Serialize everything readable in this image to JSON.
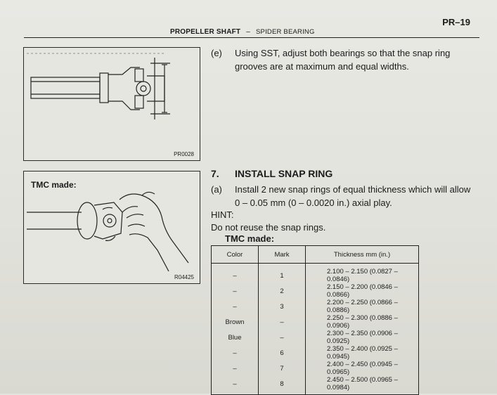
{
  "page_number": "PR–19",
  "header": {
    "section": "PROPELLER SHAFT",
    "separator": "–",
    "subsection": "SPIDER BEARING"
  },
  "figures": [
    {
      "code": "PR0028",
      "label": ""
    },
    {
      "code": "R04425",
      "label": "TMC made:"
    }
  ],
  "step_e": {
    "label": "(e)",
    "line1": "Using SST, adjust both bearings so that the snap ring",
    "line2": "grooves are at maximum and equal widths."
  },
  "section7": {
    "number": "7.",
    "title": "INSTALL SNAP RING"
  },
  "step_a": {
    "label": "(a)",
    "line1": "Install 2 new snap rings of equal thickness which will allow",
    "line2": "0 – 0.05 mm (0 – 0.0020 in.) axial play."
  },
  "hint": {
    "title": "HINT:",
    "text": "Do not reuse the snap rings."
  },
  "table_title": "TMC made:",
  "table": {
    "headers": {
      "color": "Color",
      "mark": "Mark",
      "thickness": "Thickness    mm (in.)"
    },
    "rows": [
      {
        "color": "–",
        "mark": "1",
        "thickness": "2.100 – 2.150 (0.0827 – 0.0846)"
      },
      {
        "color": "–",
        "mark": "2",
        "thickness": "2.150 – 2.200 (0.0846 – 0.0866)"
      },
      {
        "color": "–",
        "mark": "3",
        "thickness": "2.200 – 2.250 (0.0866 – 0.0886)"
      },
      {
        "color": "Brown",
        "mark": "–",
        "thickness": "2.250 – 2.300 (0.0886 – 0.0906)"
      },
      {
        "color": "Blue",
        "mark": "–",
        "thickness": "2.300 – 2.350 (0.0906 – 0.0925)"
      },
      {
        "color": "–",
        "mark": "6",
        "thickness": "2.350 – 2.400 (0.0925 – 0.0945)"
      },
      {
        "color": "–",
        "mark": "7",
        "thickness": "2.400 – 2.450 (0.0945 – 0.0965)"
      },
      {
        "color": "–",
        "mark": "8",
        "thickness": "2.450 – 2.500 (0.0965 – 0.0984)"
      }
    ]
  }
}
